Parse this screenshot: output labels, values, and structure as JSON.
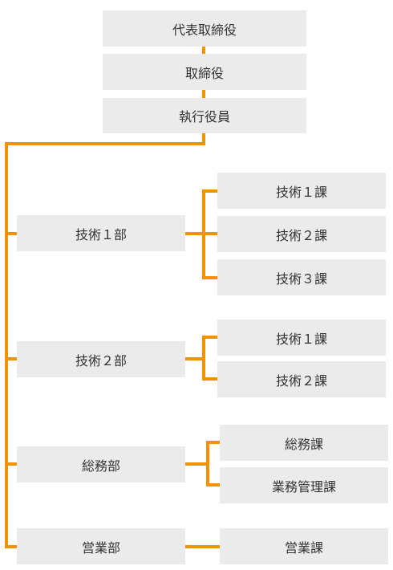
{
  "colors": {
    "connector": "#f39200",
    "box_fill": "#ebebeb",
    "text": "#333333"
  },
  "executives": {
    "representative_director": "代表取締役",
    "director": "取締役",
    "executive_officer": "執行役員"
  },
  "departments": [
    {
      "name": "技術１部",
      "sections": [
        "技術１課",
        "技術２課",
        "技術３課"
      ]
    },
    {
      "name": "技術２部",
      "sections": [
        "技術１課",
        "技術２課"
      ]
    },
    {
      "name": "総務部",
      "sections": [
        "総務課",
        "業務管理課"
      ]
    },
    {
      "name": "営業部",
      "sections": [
        "営業課"
      ]
    }
  ]
}
